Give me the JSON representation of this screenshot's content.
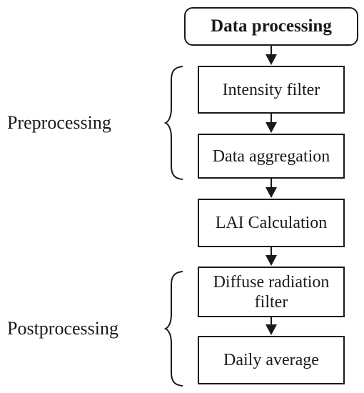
{
  "diagram": {
    "title": "Data processing",
    "steps": [
      "Intensity filter",
      "Data aggregation",
      "LAI Calculation",
      "Diffuse radiation filter",
      "Daily average"
    ],
    "groups": [
      {
        "label": "Preprocessing"
      },
      {
        "label": "Postprocessing"
      }
    ]
  }
}
